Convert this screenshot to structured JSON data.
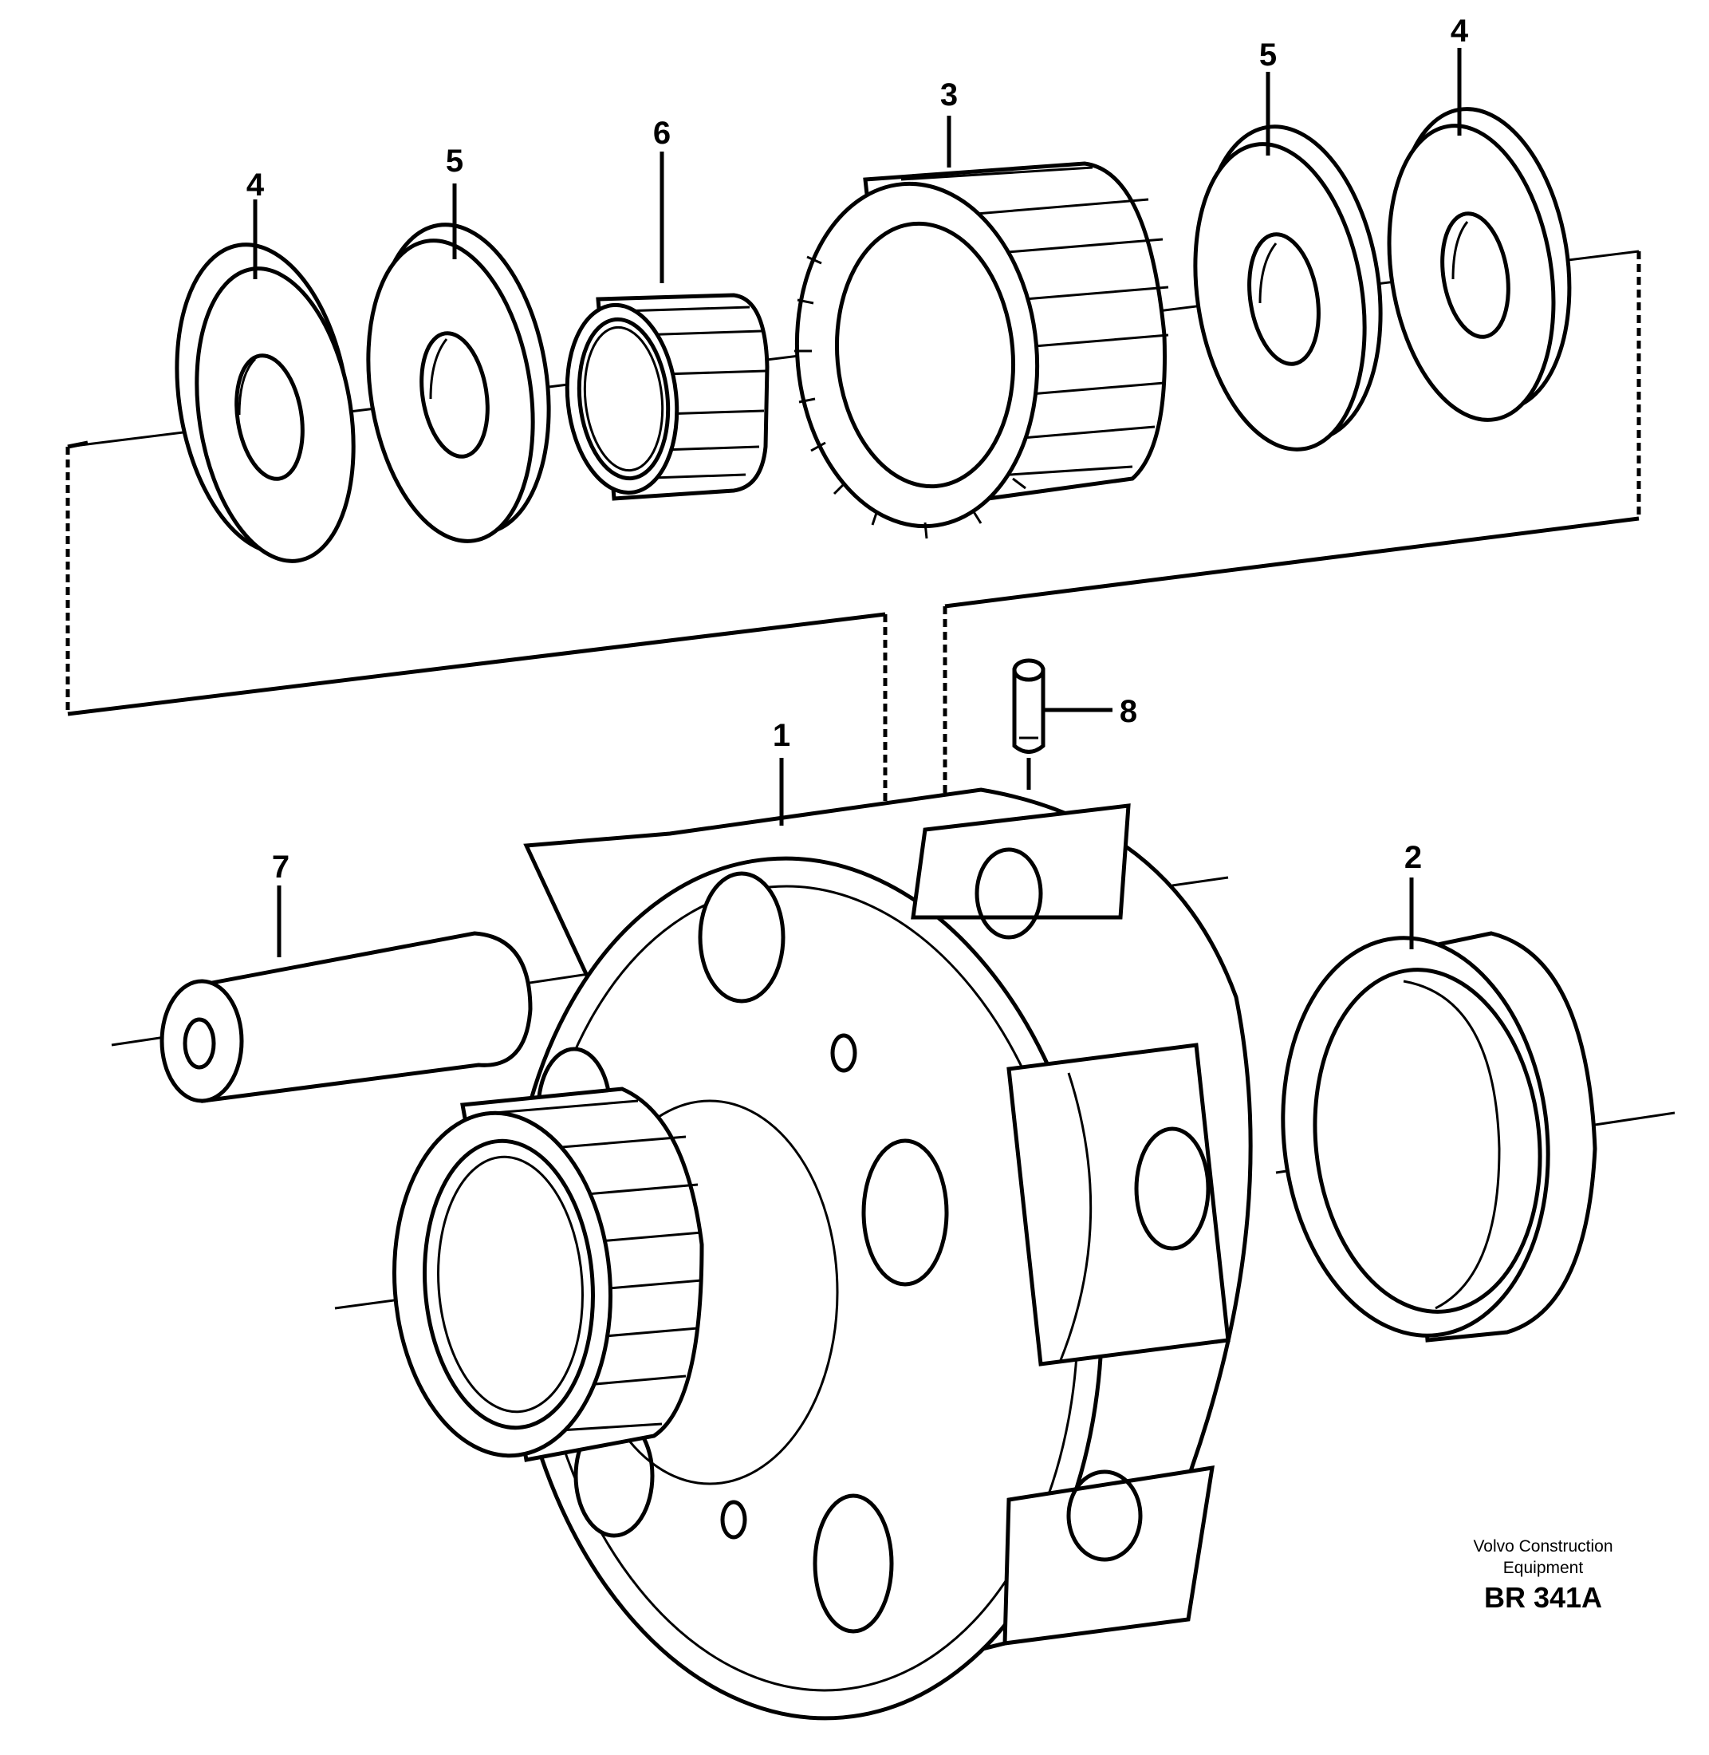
{
  "callouts": {
    "c1": "1",
    "c2": "2",
    "c3": "3",
    "c4a": "4",
    "c4b": "4",
    "c5a": "5",
    "c5b": "5",
    "c6": "6",
    "c7": "7",
    "c8": "8"
  },
  "credit": {
    "line1": "Volvo Construction",
    "line2": "Equipment"
  },
  "drawing_code": "BR 341A"
}
